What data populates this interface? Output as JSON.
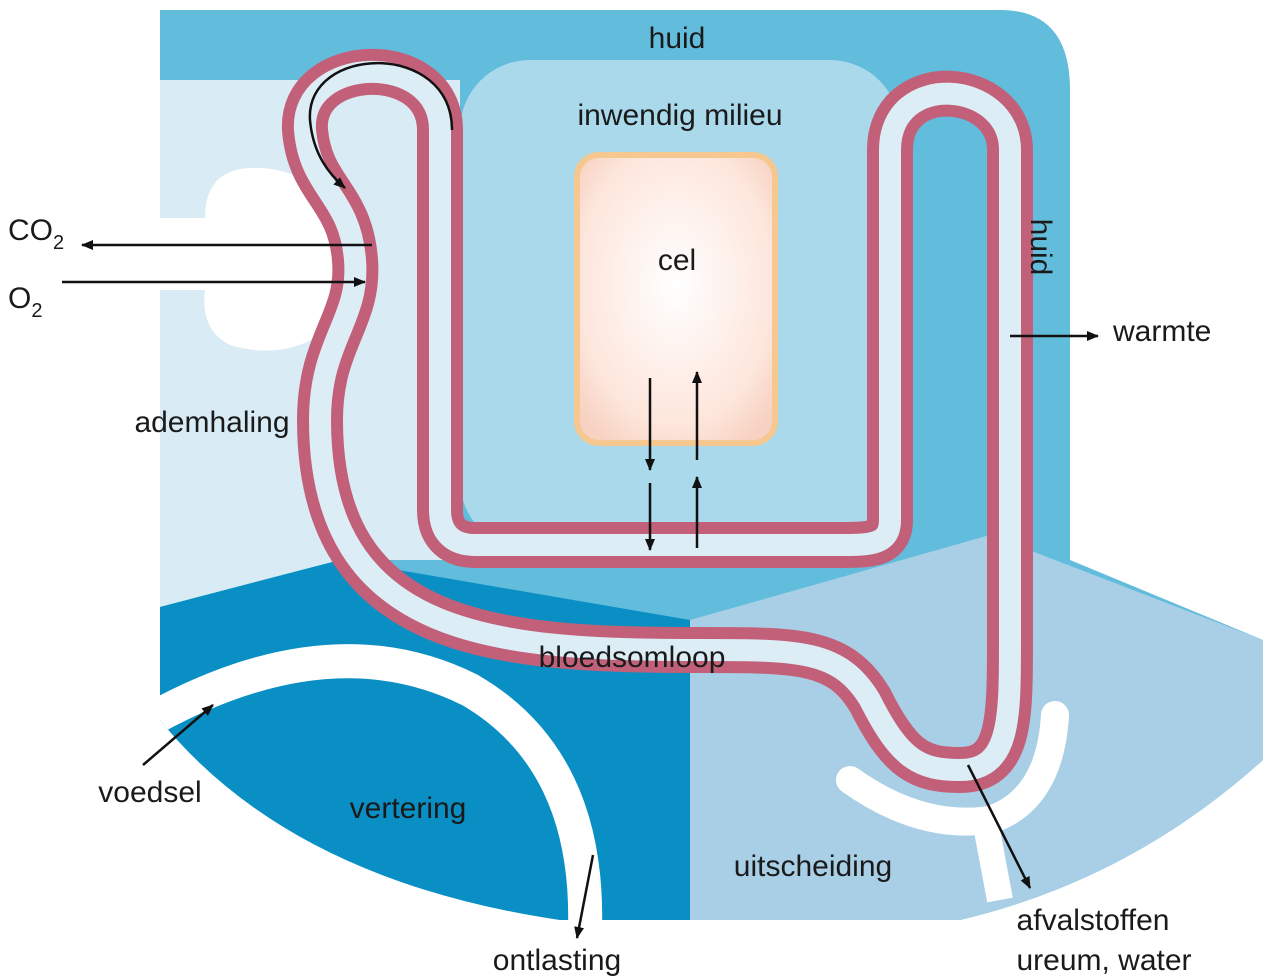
{
  "colors": {
    "skin": "#62bcdb",
    "inner": "#a9d9ea",
    "lung": "#d9ecf6",
    "digest": "#0a8fc4",
    "kidney": "#a9cfe6",
    "blood_wall": "#c2607a",
    "blood_lumen": "#dcedf6",
    "cell_edge": "#f6c890",
    "arrow": "#111111"
  },
  "labels": {
    "skin_top": "huid",
    "skin_right": "huid",
    "inner": "inwendig milieu",
    "cell": "cel",
    "co2_main": "CO",
    "co2_sub": "2",
    "o2_main": "O",
    "o2_sub": "2",
    "heat": "warmte",
    "breathing": "ademhaling",
    "circulation": "bloedsomloop",
    "food": "voedsel",
    "digestion": "vertering",
    "feces": "ontlasting",
    "excretion": "uitscheiding",
    "waste_line1": "afvalstoffen",
    "waste_line2": "ureum, water"
  }
}
